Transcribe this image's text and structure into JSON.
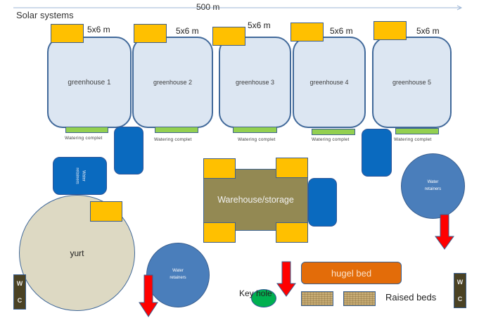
{
  "header": {
    "title": "Solar systems",
    "scale_label": "500 m"
  },
  "greenhouses": [
    {
      "name": "greenhouse 1",
      "solar_size": "5x6 m",
      "watering_label": "Watering complet"
    },
    {
      "name": "greenhouse 2",
      "solar_size": "5x6 m",
      "watering_label": "Watering complet"
    },
    {
      "name": "greenhouse 3",
      "solar_size": "5x6 m",
      "watering_label": "Watering complet"
    },
    {
      "name": "greenhouse 4",
      "solar_size": "5x6 m",
      "watering_label": "Watering complet"
    },
    {
      "name": "greenhouse 5",
      "solar_size": "5x6 m",
      "watering_label": "Watering complet"
    }
  ],
  "water_retainers_box": {
    "line1": "Water",
    "line2": "retainers"
  },
  "water_retainers_left": {
    "line1": "Water",
    "line2": "retainers"
  },
  "water_retainers_right": {
    "line1": "Water",
    "line2": "retainers"
  },
  "warehouse": {
    "label": "Warehouse/storage"
  },
  "yurt": {
    "label": "yurt"
  },
  "hugel_bed": {
    "label": "hugel bed"
  },
  "key_hole": {
    "label": "Key hole"
  },
  "raised_beds": {
    "label": "Raised beds"
  },
  "wc_left": {
    "line1": "W",
    "line2": "C"
  },
  "wc_right": {
    "line1": "W",
    "line2": "C"
  },
  "colors": {
    "solar": "#FFC000",
    "greenhouse": "#DCE6F2",
    "watering": "#93D050",
    "tank": "#0A6ABF",
    "retainer": "#4A7EBB",
    "warehouse": "#938953",
    "yurt": "#DDD9C3",
    "hugel": "#E36C09",
    "keyhole": "#00B050",
    "arrow": "#FF0000",
    "wc": "#4A4224"
  }
}
